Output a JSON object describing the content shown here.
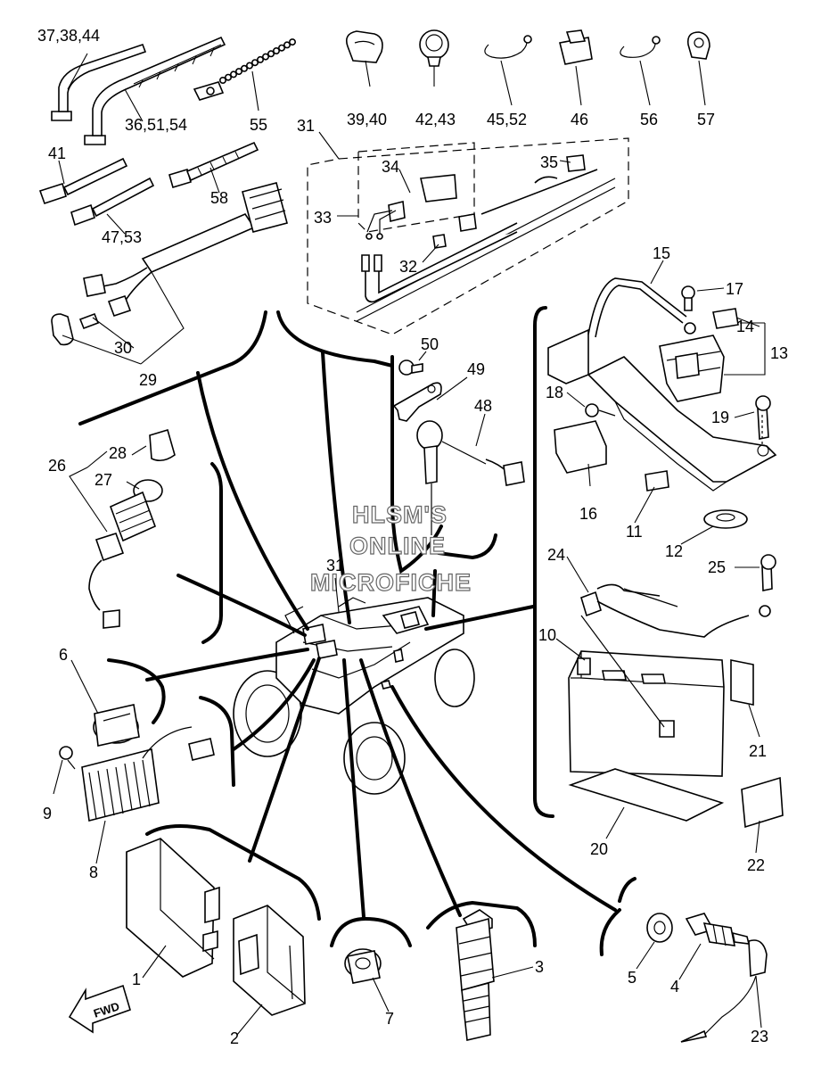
{
  "watermark": {
    "line1": "HLSM'S",
    "line2": "ONLINE",
    "line3": "MICROFICHE"
  },
  "fwd_label": "FWD",
  "callouts": [
    {
      "id": "c-37-38-44",
      "text": "37,38,44"
    },
    {
      "id": "c-36-51-54",
      "text": "36,51,54"
    },
    {
      "id": "c-55",
      "text": "55"
    },
    {
      "id": "c-39-40",
      "text": "39,40"
    },
    {
      "id": "c-42-43",
      "text": "42,43"
    },
    {
      "id": "c-45-52",
      "text": "45,52"
    },
    {
      "id": "c-46",
      "text": "46"
    },
    {
      "id": "c-56",
      "text": "56"
    },
    {
      "id": "c-57",
      "text": "57"
    },
    {
      "id": "c-31-top",
      "text": "31"
    },
    {
      "id": "c-34",
      "text": "34"
    },
    {
      "id": "c-35",
      "text": "35"
    },
    {
      "id": "c-33",
      "text": "33"
    },
    {
      "id": "c-32",
      "text": "32"
    },
    {
      "id": "c-41",
      "text": "41"
    },
    {
      "id": "c-58",
      "text": "58"
    },
    {
      "id": "c-47-53",
      "text": "47,53"
    },
    {
      "id": "c-30",
      "text": "30"
    },
    {
      "id": "c-29",
      "text": "29"
    },
    {
      "id": "c-50",
      "text": "50"
    },
    {
      "id": "c-49",
      "text": "49"
    },
    {
      "id": "c-48",
      "text": "48"
    },
    {
      "id": "c-15",
      "text": "15"
    },
    {
      "id": "c-17",
      "text": "17"
    },
    {
      "id": "c-14",
      "text": "14"
    },
    {
      "id": "c-13",
      "text": "13"
    },
    {
      "id": "c-18",
      "text": "18"
    },
    {
      "id": "c-19",
      "text": "19"
    },
    {
      "id": "c-16",
      "text": "16"
    },
    {
      "id": "c-11",
      "text": "11"
    },
    {
      "id": "c-12",
      "text": "12"
    },
    {
      "id": "c-24",
      "text": "24"
    },
    {
      "id": "c-25",
      "text": "25"
    },
    {
      "id": "c-10",
      "text": "10"
    },
    {
      "id": "c-21",
      "text": "21"
    },
    {
      "id": "c-20",
      "text": "20"
    },
    {
      "id": "c-22",
      "text": "22"
    },
    {
      "id": "c-28",
      "text": "28"
    },
    {
      "id": "c-26",
      "text": "26"
    },
    {
      "id": "c-27",
      "text": "27"
    },
    {
      "id": "c-31-mid",
      "text": "31"
    },
    {
      "id": "c-6",
      "text": "6"
    },
    {
      "id": "c-9",
      "text": "9"
    },
    {
      "id": "c-8",
      "text": "8"
    },
    {
      "id": "c-1",
      "text": "1"
    },
    {
      "id": "c-2",
      "text": "2"
    },
    {
      "id": "c-7",
      "text": "7"
    },
    {
      "id": "c-3",
      "text": "3"
    },
    {
      "id": "c-5",
      "text": "5"
    },
    {
      "id": "c-4",
      "text": "4"
    },
    {
      "id": "c-23",
      "text": "23"
    }
  ]
}
